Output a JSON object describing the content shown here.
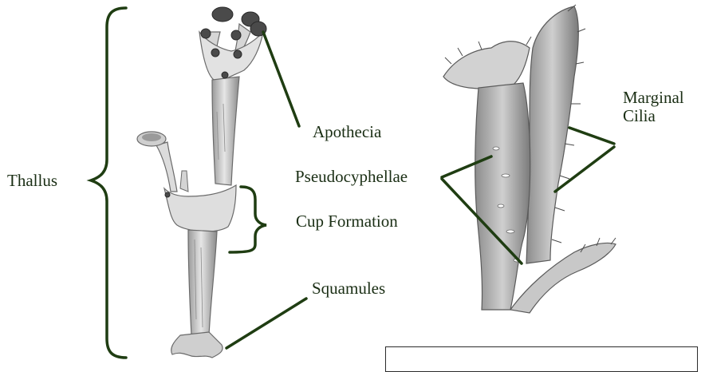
{
  "labels": {
    "thallus": "Thallus",
    "apothecia": "Apothecia",
    "pseudocyphellae": "Pseudocyphellae",
    "cup_formation": "Cup Formation",
    "squamules": "Squamules",
    "marginal_cilia_line1": "Marginal",
    "marginal_cilia_line2": "Cilia"
  },
  "colors": {
    "label_text": "#1a2e14",
    "leader_lines": "#1f3d12",
    "sketch": "#5a5a5a"
  }
}
